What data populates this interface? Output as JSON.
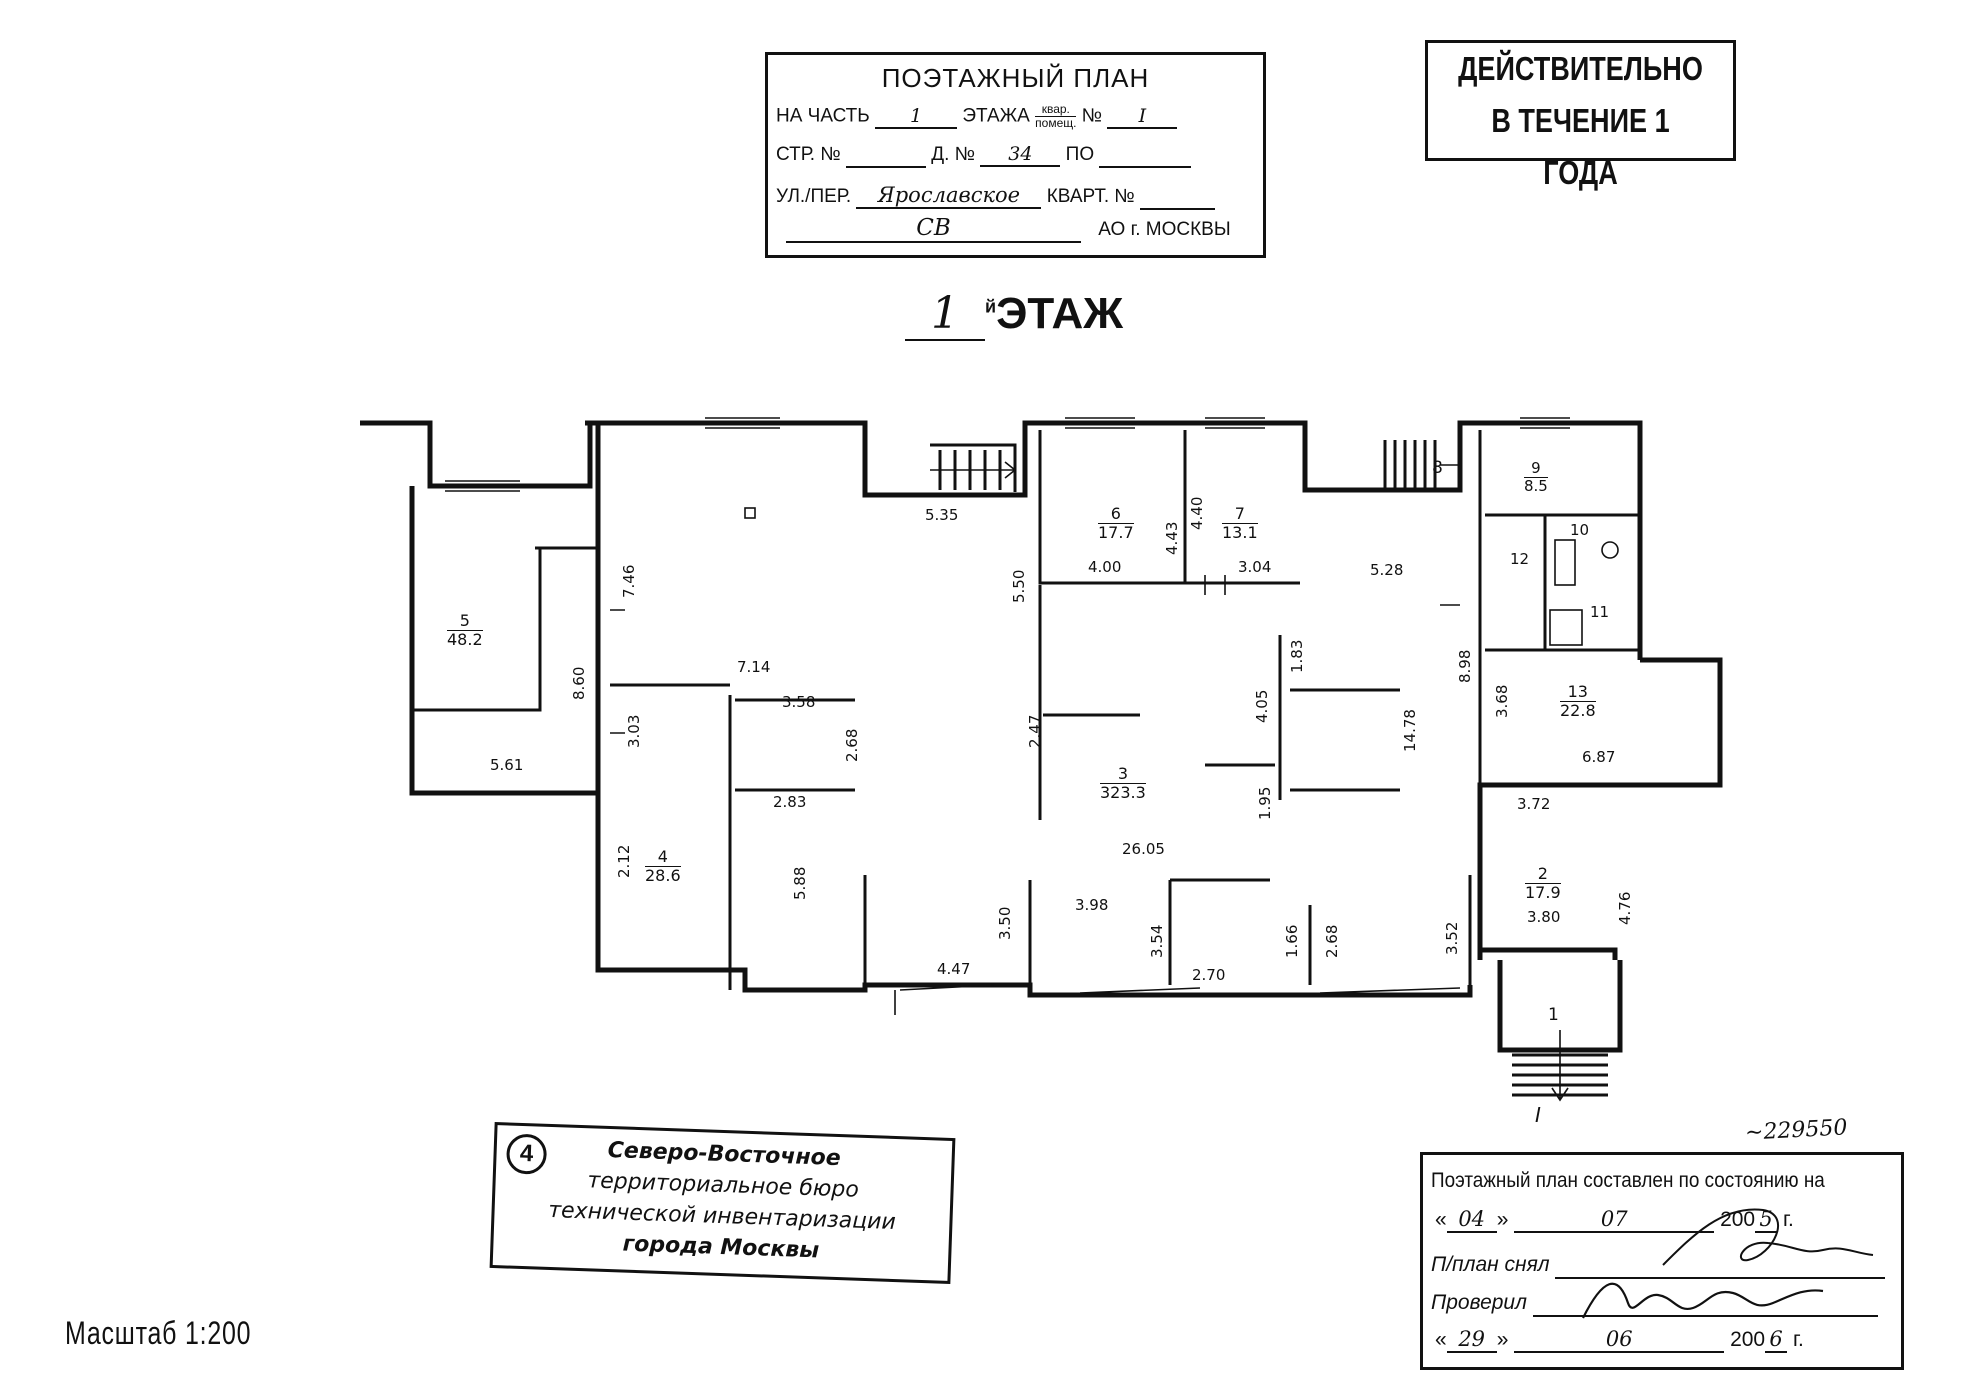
{
  "title_block": {
    "heading": "ПОЭТАЖНЫЙ ПЛАН",
    "part_label": "НА ЧАСТЬ",
    "part_value": "1",
    "floor_label": "ЭТАЖА",
    "frac_top": "квар.",
    "frac_bottom": "помещ.",
    "no_label": "№",
    "no_value": "I",
    "str_label": "СТР. №",
    "house_label": "Д. №",
    "house_value": "34",
    "po_label": "ПО",
    "street_label": "УЛ./ПЕР.",
    "street_value": "Ярославское",
    "kvart_label": "КВАРТ. №",
    "ao_value": "СВ",
    "ao_label": "АО г. МОСКВЫ"
  },
  "validity_stamp": {
    "line1": "ДЕЙСТВИТЕЛЬНО",
    "line2": "В ТЕЧЕНИЕ 1 ГОДА"
  },
  "floor_heading": {
    "number": "1",
    "suffix": "й",
    "label": "ЭТАЖ"
  },
  "rooms": [
    {
      "no": "1",
      "area": ""
    },
    {
      "no": "2",
      "area": "17.9"
    },
    {
      "no": "3",
      "area": "323.3"
    },
    {
      "no": "4",
      "area": "28.6"
    },
    {
      "no": "5",
      "area": "48.2"
    },
    {
      "no": "6",
      "area": "17.7"
    },
    {
      "no": "7",
      "area": "13.1"
    },
    {
      "no": "8",
      "area": ""
    },
    {
      "no": "9",
      "area": "8.5"
    },
    {
      "no": "10",
      "area": ""
    },
    {
      "no": "11",
      "area": ""
    },
    {
      "no": "12",
      "area": ""
    },
    {
      "no": "13",
      "area": "22.8"
    }
  ],
  "dims": {
    "d535": "5.35",
    "d550": "5.50",
    "d746": "7.46",
    "d860": "8.60",
    "d714": "7.14",
    "d358": "3.58",
    "d268": "2.68",
    "d283": "2.83",
    "d303": "3.03",
    "d561": "5.61",
    "d212": "2.12",
    "d588": "5.88",
    "d447": "4.47",
    "d350": "3.50",
    "d247": "2.47",
    "d400": "4.00",
    "d443": "4.43",
    "d440": "4.40",
    "d304": "3.04",
    "d528": "5.28",
    "d183": "1.83",
    "d405": "4.05",
    "d195": "1.95",
    "d898": "8.98",
    "d1478": "14.78",
    "d368": "3.68",
    "d687": "6.87",
    "d372": "3.72",
    "d2605": "26.05",
    "d398": "3.98",
    "d354": "3.54",
    "d270": "2.70",
    "d166": "1.66",
    "d268b": "2.68",
    "d352": "3.52",
    "d476": "4.76",
    "d380": "3.80"
  },
  "entrance_mark": "I",
  "inventory_no": "~229550",
  "bti_stamp": {
    "number": "4",
    "line1": "Северо-Восточное",
    "line2": "территориальное бюро",
    "line3": "технической инвентаризации",
    "line4": "города Москвы"
  },
  "scale": "Масштаб 1:200",
  "survey_block": {
    "header": "Поэтажный план составлен по состоянию на",
    "date1_day": "04",
    "date1_month": "07",
    "date1_year_prefix": "200",
    "date1_year_suffix": "5",
    "year_unit": "г.",
    "surveyed_label": "П/план снял",
    "checked_label": "Проверил",
    "date2_day": "29",
    "date2_month": "06",
    "date2_year_prefix": "200",
    "date2_year_suffix": "6"
  }
}
